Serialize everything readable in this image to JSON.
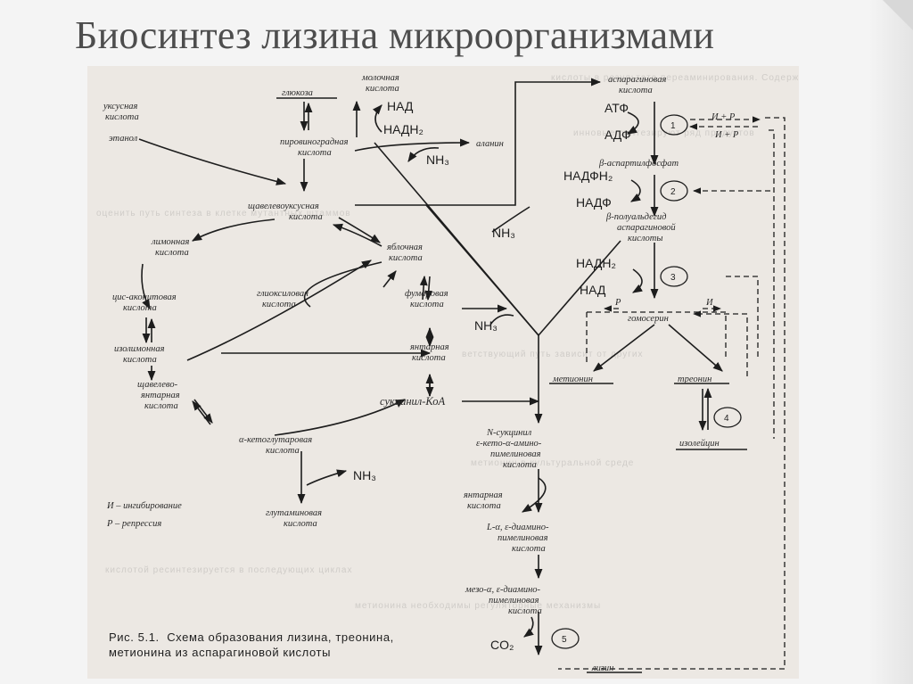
{
  "slide_title": "Биосинтез лизина микроорганизмами",
  "labels": {
    "lactic": [
      "молочная",
      "кислота"
    ],
    "glucose": [
      "глюкоза"
    ],
    "acetic": [
      "уксусная",
      "кислота"
    ],
    "ethanol": [
      "этанол"
    ],
    "pyruvic": [
      "пировиноградная",
      "кислота"
    ],
    "alanine": [
      "аланин"
    ],
    "oxaloacetic": [
      "щавелевоуксусная",
      "кислота"
    ],
    "citric": [
      "лимонная",
      "кислота"
    ],
    "malic": [
      "яблочная",
      "кислота"
    ],
    "cis_aconitic": [
      "цис-аконитовая",
      "кислота"
    ],
    "fumaric": [
      "фумаровая",
      "кислота"
    ],
    "glyoxylic": [
      "глиоксиловая",
      "кислота"
    ],
    "isocitric": [
      "изолимонная",
      "кислота"
    ],
    "succinic": [
      "янтарная",
      "кислота"
    ],
    "oxalosuccinic": [
      "щавелево-",
      "янтарная",
      "кислота"
    ],
    "succinyl_coa": [
      "сукцинил-КоА"
    ],
    "alpha_kg": [
      "α-кетоглутаровая",
      "кислота"
    ],
    "glutamic": [
      "глутаминовая",
      "кислота"
    ],
    "legend_i": [
      "И – ингибирование"
    ],
    "legend_p": [
      "Р – репрессия"
    ],
    "aspartic": [
      "аспарагиновая",
      "кислота"
    ],
    "aspartyl_p": [
      "β-аспартилфосфат"
    ],
    "semialdehyde": [
      "β-полуальдегид",
      "аспарагиновой",
      "кислоты"
    ],
    "homoserine": [
      "гомосерин"
    ],
    "methionine": [
      "метионин"
    ],
    "threonine": [
      "треонин"
    ],
    "isoleucine": [
      "изолейцин"
    ],
    "n_succinyl": [
      "N-сукцинил",
      "ε-кето-α-амино-",
      "пимелиновая",
      "кислота"
    ],
    "succinic2": [
      "янтарная",
      "кислота"
    ],
    "diamino": [
      "L-α, ε-диамино-",
      "пимелиновая",
      "кислота"
    ],
    "meso": [
      "мезо-α, ε-диамино-",
      "пимелиновая",
      "кислота"
    ],
    "lysine": [
      "лизин"
    ]
  },
  "cofactors": {
    "nad": "НАД",
    "nadh2": "НАДН₂",
    "nh3_1": "NH₃",
    "nh3_2": "NH₃",
    "nh3_3": "NH₃",
    "nh3_4": "NH₃",
    "atf": "АТФ",
    "adf": "АДФ",
    "nadfh2": "НАДФН₂",
    "nadf": "НАДФ",
    "nadh2_b": "НАДН₂",
    "nad_b": "НАД",
    "co2": "CO₂"
  },
  "regulation": {
    "ip1": "И + Р",
    "ip2": "И + Р",
    "r_mark": "Р",
    "i_mark": "И"
  },
  "steps": [
    "1",
    "2",
    "3",
    "4",
    "5"
  ],
  "caption": {
    "lead": "Рис. 5.1.",
    "text": "Схема образования лизина, треонина, метионина из аспарагиновой кислоты"
  },
  "colors": {
    "ink": "#1d1d1d",
    "paper": "#ece8e3",
    "title": "#4d4d4d",
    "background": "#f4f4f4"
  }
}
